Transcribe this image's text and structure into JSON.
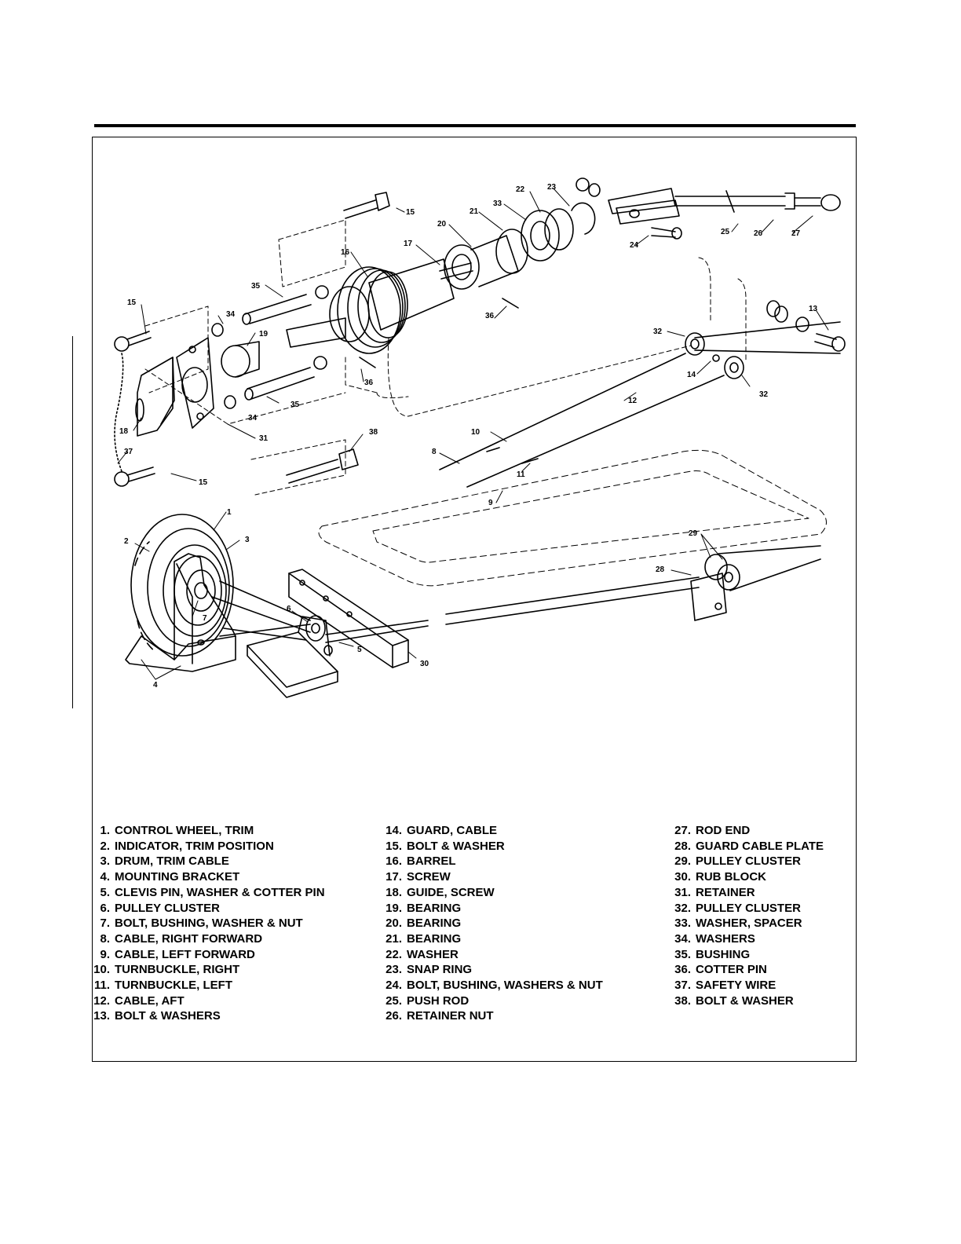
{
  "parts": [
    {
      "num": "1.",
      "label": "CONTROL WHEEL, TRIM"
    },
    {
      "num": "2.",
      "label": "INDICATOR, TRIM POSITION"
    },
    {
      "num": "3.",
      "label": "DRUM, TRIM CABLE"
    },
    {
      "num": "4.",
      "label": "MOUNTING BRACKET"
    },
    {
      "num": "5.",
      "label": "CLEVIS PIN, WASHER & COTTER PIN"
    },
    {
      "num": "6.",
      "label": "PULLEY CLUSTER"
    },
    {
      "num": "7.",
      "label": "BOLT, BUSHING, WASHER & NUT"
    },
    {
      "num": "8.",
      "label": "CABLE, RIGHT FORWARD"
    },
    {
      "num": "9.",
      "label": "CABLE, LEFT FORWARD"
    },
    {
      "num": "10.",
      "label": "TURNBUCKLE, RIGHT"
    },
    {
      "num": "11.",
      "label": "TURNBUCKLE, LEFT"
    },
    {
      "num": "12.",
      "label": "CABLE, AFT"
    },
    {
      "num": "13.",
      "label": "BOLT & WASHERS"
    },
    {
      "num": "14.",
      "label": "GUARD, CABLE"
    },
    {
      "num": "15.",
      "label": "BOLT & WASHER"
    },
    {
      "num": "16.",
      "label": "BARREL"
    },
    {
      "num": "17.",
      "label": "SCREW"
    },
    {
      "num": "18.",
      "label": "GUIDE, SCREW"
    },
    {
      "num": "19.",
      "label": "BEARING"
    },
    {
      "num": "20.",
      "label": "BEARING"
    },
    {
      "num": "21.",
      "label": "BEARING"
    },
    {
      "num": "22.",
      "label": "WASHER"
    },
    {
      "num": "23.",
      "label": "SNAP RING"
    },
    {
      "num": "24.",
      "label": "BOLT, BUSHING, WASHERS & NUT"
    },
    {
      "num": "25.",
      "label": "PUSH ROD"
    },
    {
      "num": "26.",
      "label": "RETAINER NUT"
    },
    {
      "num": "27.",
      "label": "ROD END"
    },
    {
      "num": "28.",
      "label": "GUARD CABLE PLATE"
    },
    {
      "num": "29.",
      "label": "PULLEY CLUSTER"
    },
    {
      "num": "30.",
      "label": "RUB BLOCK"
    },
    {
      "num": "31.",
      "label": "RETAINER"
    },
    {
      "num": "32.",
      "label": "PULLEY CLUSTER"
    },
    {
      "num": "33.",
      "label": "WASHER, SPACER"
    },
    {
      "num": "34.",
      "label": "WASHERS"
    },
    {
      "num": "35.",
      "label": "BUSHING"
    },
    {
      "num": "36.",
      "label": "COTTER PIN"
    },
    {
      "num": "37.",
      "label": "SAFETY WIRE"
    },
    {
      "num": "38.",
      "label": "BOLT & WASHER"
    }
  ],
  "callouts": [
    "1",
    "2",
    "3",
    "4",
    "5",
    "6",
    "7",
    "8",
    "9",
    "10",
    "11",
    "12",
    "13",
    "14",
    "15",
    "15",
    "15",
    "16",
    "17",
    "18",
    "19",
    "20",
    "21",
    "22",
    "23",
    "24",
    "25",
    "26",
    "27",
    "28",
    "29",
    "30",
    "31",
    "32",
    "32",
    "33",
    "34",
    "34",
    "35",
    "35",
    "36",
    "36",
    "37",
    "38"
  ]
}
